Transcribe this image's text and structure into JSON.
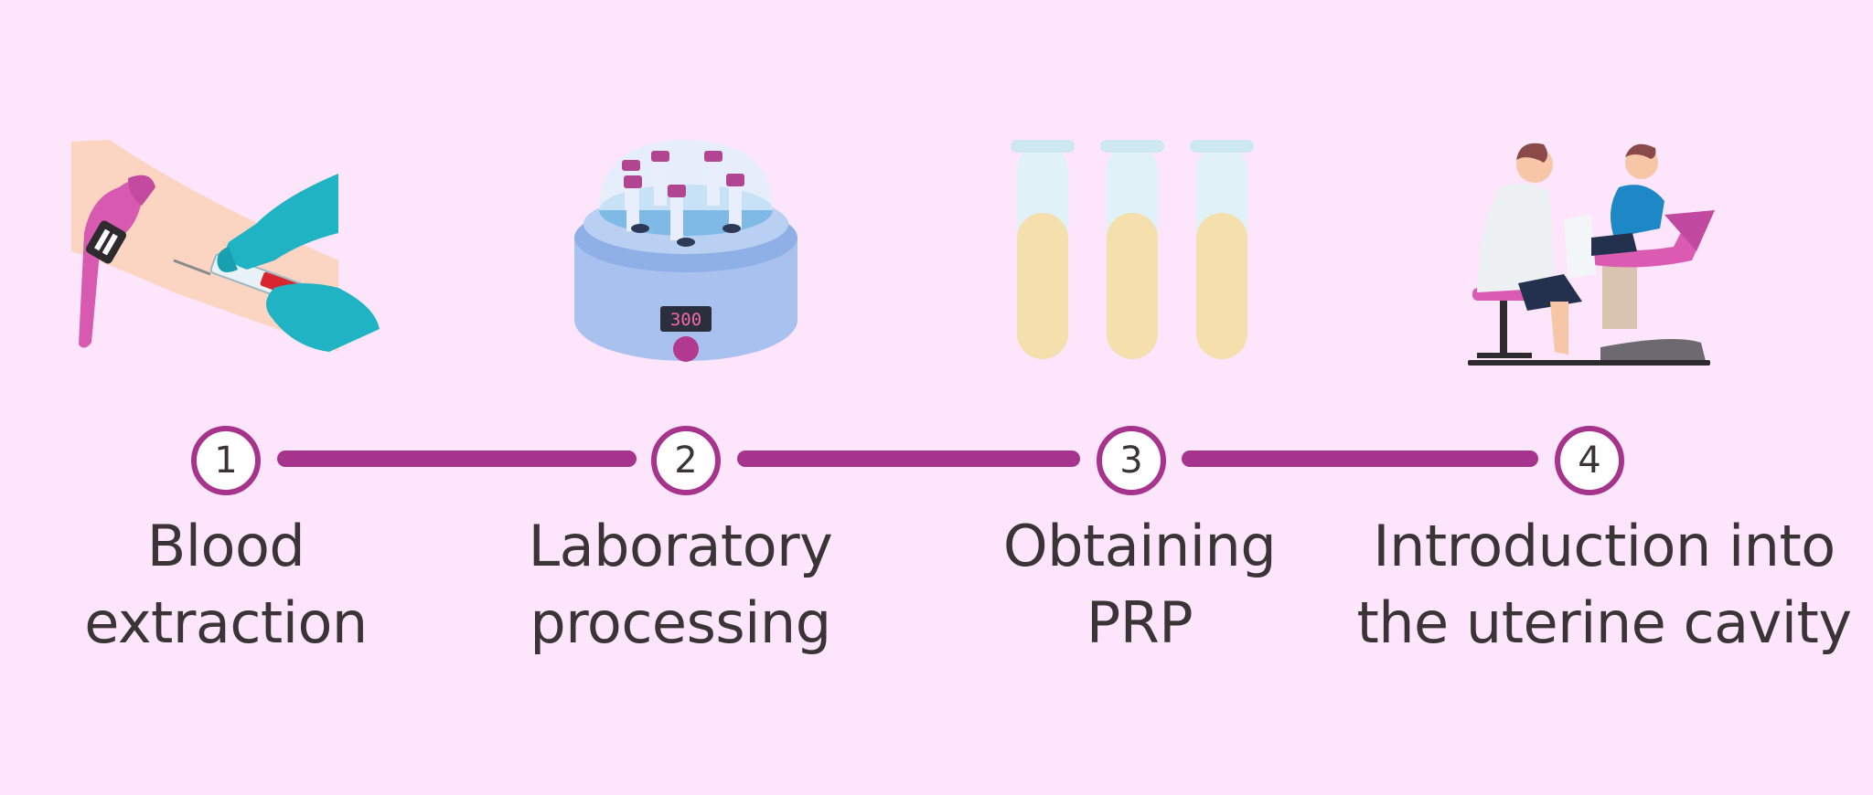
{
  "steps": [
    {
      "number": "1",
      "line1": "Blood",
      "line2": "extraction",
      "icon": "blood-extraction-icon"
    },
    {
      "number": "2",
      "line1": "Laboratory",
      "line2": "processing",
      "icon": "centrifuge-icon"
    },
    {
      "number": "3",
      "line1": "Obtaining",
      "line2": "PRP",
      "icon": "test-tubes-icon"
    },
    {
      "number": "4",
      "line1": "Introduction into",
      "line2": "the uterine cavity",
      "icon": "gynecology-exam-icon"
    }
  ],
  "display": {
    "readout": "300"
  },
  "colors": {
    "background": "#fde6fb",
    "accent": "#a6348c",
    "text": "#3a3437"
  }
}
